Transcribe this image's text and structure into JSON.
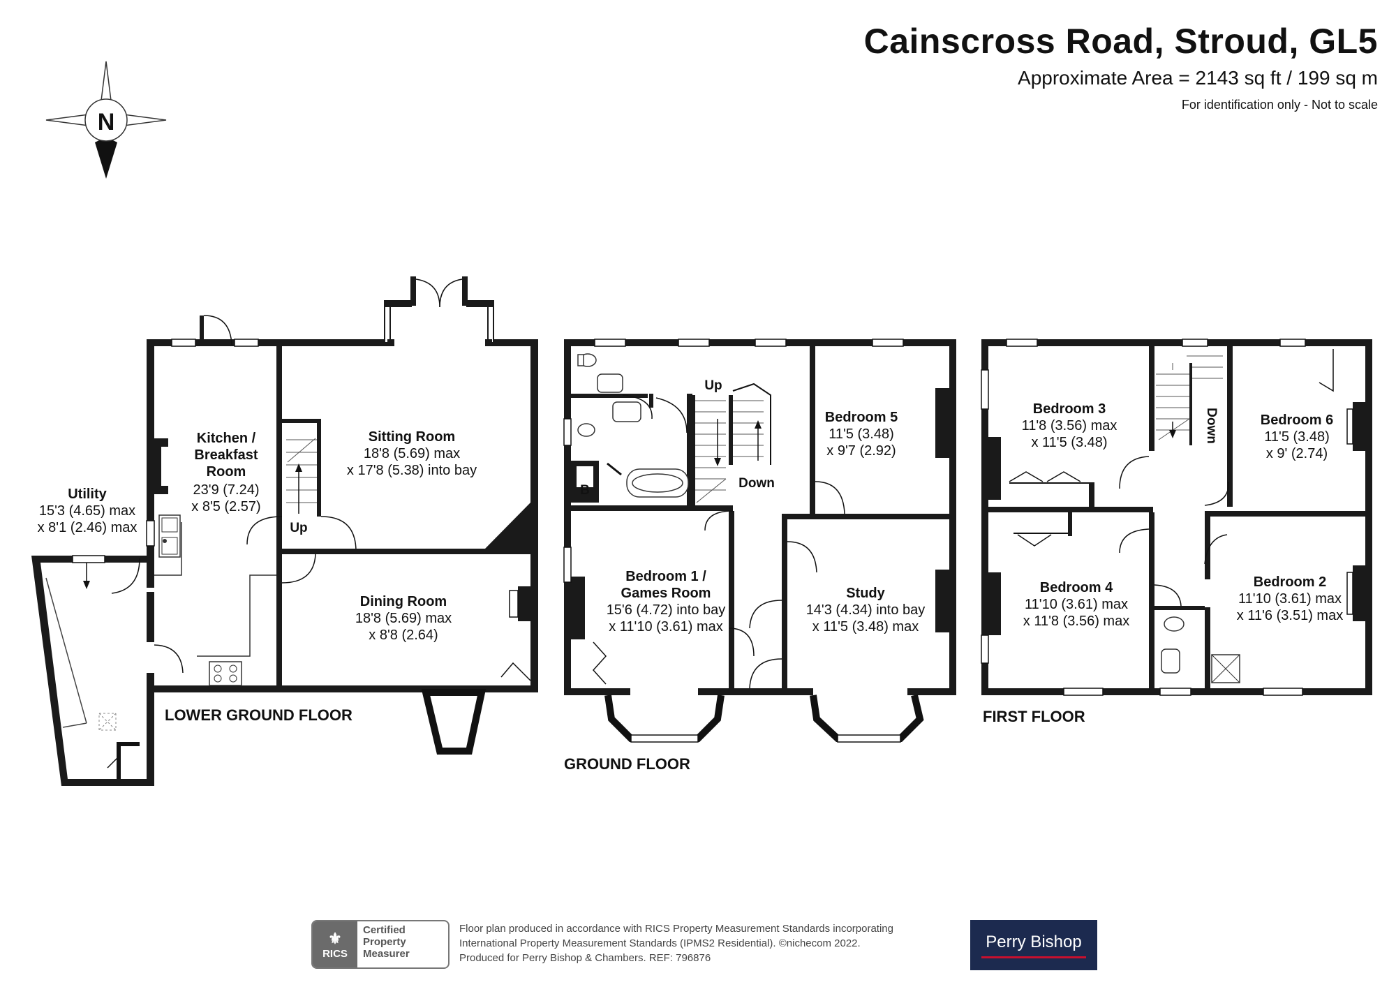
{
  "header": {
    "title": "Cainscross Road, Stroud, GL5",
    "area": "Approximate Area = 2143 sq ft / 199 sq m",
    "note": "For identification only - Not to scale"
  },
  "compass": {
    "letter": "N"
  },
  "floors": {
    "lower_ground": {
      "label": "LOWER GROUND FLOOR",
      "rooms": {
        "utility": {
          "name": "Utility",
          "dim1": "15'3 (4.65) max",
          "dim2": "x 8'1 (2.46) max"
        },
        "kitchen": {
          "name1": "Kitchen /",
          "name2": "Breakfast",
          "name3": "Room",
          "dim1": "23'9 (7.24)",
          "dim2": "x 8'5 (2.57)"
        },
        "sitting": {
          "name": "Sitting Room",
          "dim1": "18'8 (5.69) max",
          "dim2": "x 17'8 (5.38) into bay"
        },
        "dining": {
          "name": "Dining Room",
          "dim1": "18'8 (5.69) max",
          "dim2": "x 8'8 (2.64)"
        }
      },
      "stairs_label": "Up"
    },
    "ground": {
      "label": "GROUND FLOOR",
      "rooms": {
        "bedroom5": {
          "name": "Bedroom 5",
          "dim1": "11'5 (3.48)",
          "dim2": "x 9'7 (2.92)"
        },
        "bedroom1": {
          "name1": "Bedroom 1 /",
          "name2": "Games Room",
          "dim1": "15'6 (4.72) into bay",
          "dim2": "x 11'10 (3.61) max"
        },
        "study": {
          "name": "Study",
          "dim1": "14'3 (4.34) into bay",
          "dim2": "x 11'5 (3.48) max"
        }
      },
      "stairs_up": "Up",
      "stairs_down": "Down",
      "boiler": "B"
    },
    "first": {
      "label": "FIRST FLOOR",
      "rooms": {
        "bedroom3": {
          "name": "Bedroom 3",
          "dim1": "11'8 (3.56) max",
          "dim2": "x 11'5 (3.48)"
        },
        "bedroom6": {
          "name": "Bedroom 6",
          "dim1": "11'5 (3.48)",
          "dim2": "x 9' (2.74)"
        },
        "bedroom4": {
          "name": "Bedroom 4",
          "dim1": "11'10 (3.61) max",
          "dim2": "x 11'8 (3.56) max"
        },
        "bedroom2": {
          "name": "Bedroom 2",
          "dim1": "11'10 (3.61) max",
          "dim2": "x 11'6 (3.51) max"
        }
      },
      "stairs_down": "Down"
    }
  },
  "footer": {
    "rics_short": "RICS",
    "badge_line1": "Certified",
    "badge_line2": "Property",
    "badge_line3": "Measurer",
    "text_line1": "Floor plan produced in accordance with RICS Property Measurement Standards incorporating",
    "text_line2": "International Property Measurement Standards (IPMS2 Residential).  ©nichecom 2022.",
    "text_line3": "Produced for Perry Bishop & Chambers.   REF:  796876",
    "brand": "Perry Bishop"
  }
}
